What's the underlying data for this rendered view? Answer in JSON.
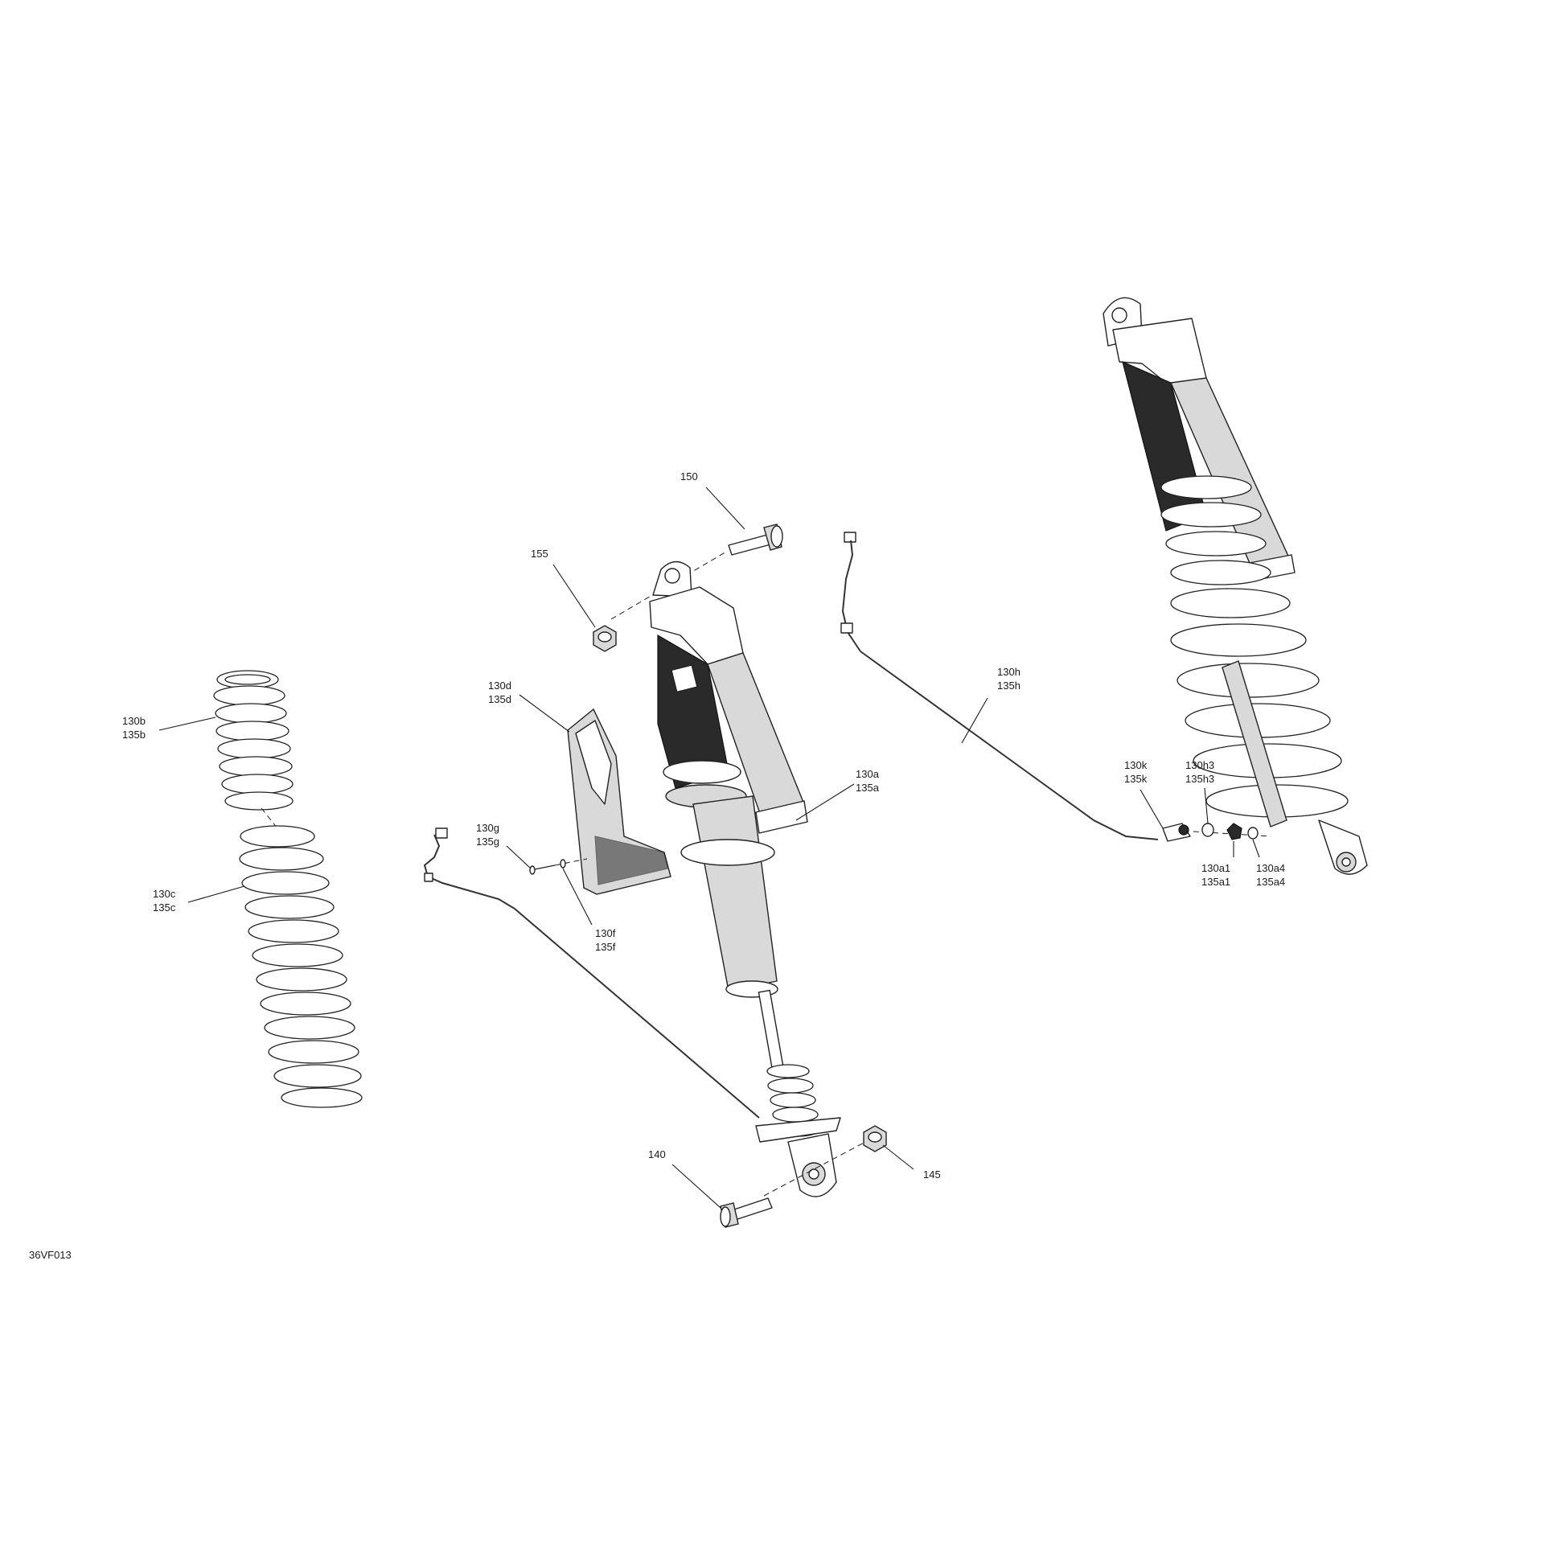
{
  "diagram_code": "36VF013",
  "callouts": {
    "c150": [
      "150"
    ],
    "c155": [
      "155"
    ],
    "c130d": [
      "130d",
      "135d"
    ],
    "c130b": [
      "130b",
      "135b"
    ],
    "c130c": [
      "130c",
      "135c"
    ],
    "c130g": [
      "130g",
      "135g"
    ],
    "c130f": [
      "130f",
      "135f"
    ],
    "c130a": [
      "130a",
      "135a"
    ],
    "c140": [
      "140"
    ],
    "c145": [
      "145"
    ],
    "c130h": [
      "130h",
      "135h"
    ],
    "c130k": [
      "130k",
      "135k"
    ],
    "c130h3": [
      "130h3",
      "135h3"
    ],
    "c130a1": [
      "130a1",
      "135a1"
    ],
    "c130a4": [
      "130a4",
      "135a4"
    ]
  },
  "colors": {
    "line": "#1a1a1a",
    "body_shading": "#d9d9d9",
    "dark_fill": "#2a2a2a"
  }
}
